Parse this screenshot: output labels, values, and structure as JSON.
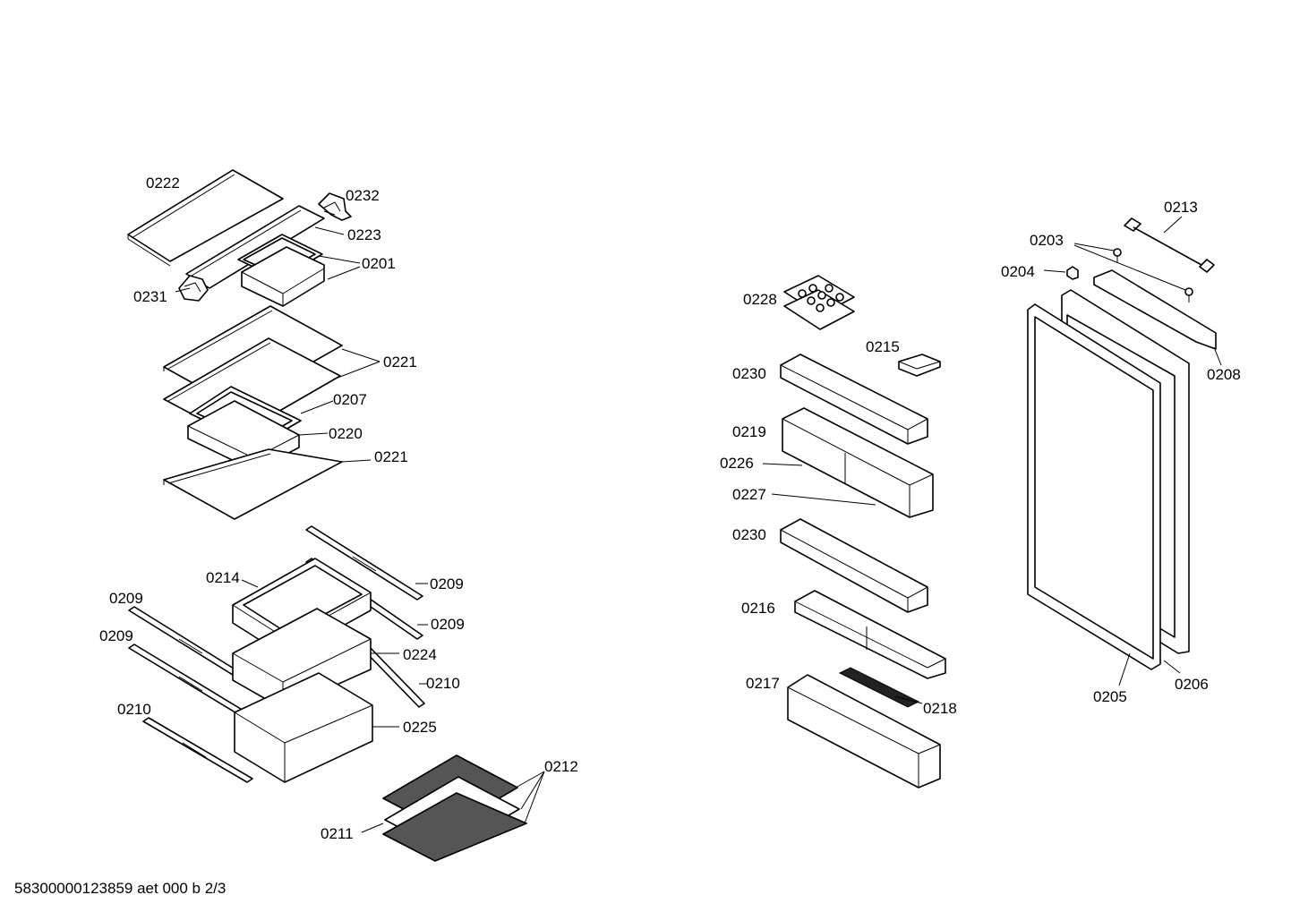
{
  "diagram_id": "58300000123859 aet 000 b 2/3",
  "callouts": {
    "c0222": "0222",
    "c0232": "0232",
    "c0223": "0223",
    "c0201": "0201",
    "c0231": "0231",
    "c0221a": "0221",
    "c0207": "0207",
    "c0220": "0220",
    "c0221b": "0221",
    "c0214": "0214",
    "c0209a": "0209",
    "c0209b": "0209",
    "c0209c": "0209",
    "c0209d": "0209",
    "c0224": "0224",
    "c0210a": "0210",
    "c0210b": "0210",
    "c0225": "0225",
    "c0212": "0212",
    "c0211": "0211",
    "c0228": "0228",
    "c0215": "0215",
    "c0230a": "0230",
    "c0219": "0219",
    "c0226": "0226",
    "c0227": "0227",
    "c0230b": "0230",
    "c0216": "0216",
    "c0217": "0217",
    "c0218": "0218",
    "c0213": "0213",
    "c0203": "0203",
    "c0204": "0204",
    "c0208": "0208",
    "c0205": "0205",
    "c0206": "0206"
  }
}
